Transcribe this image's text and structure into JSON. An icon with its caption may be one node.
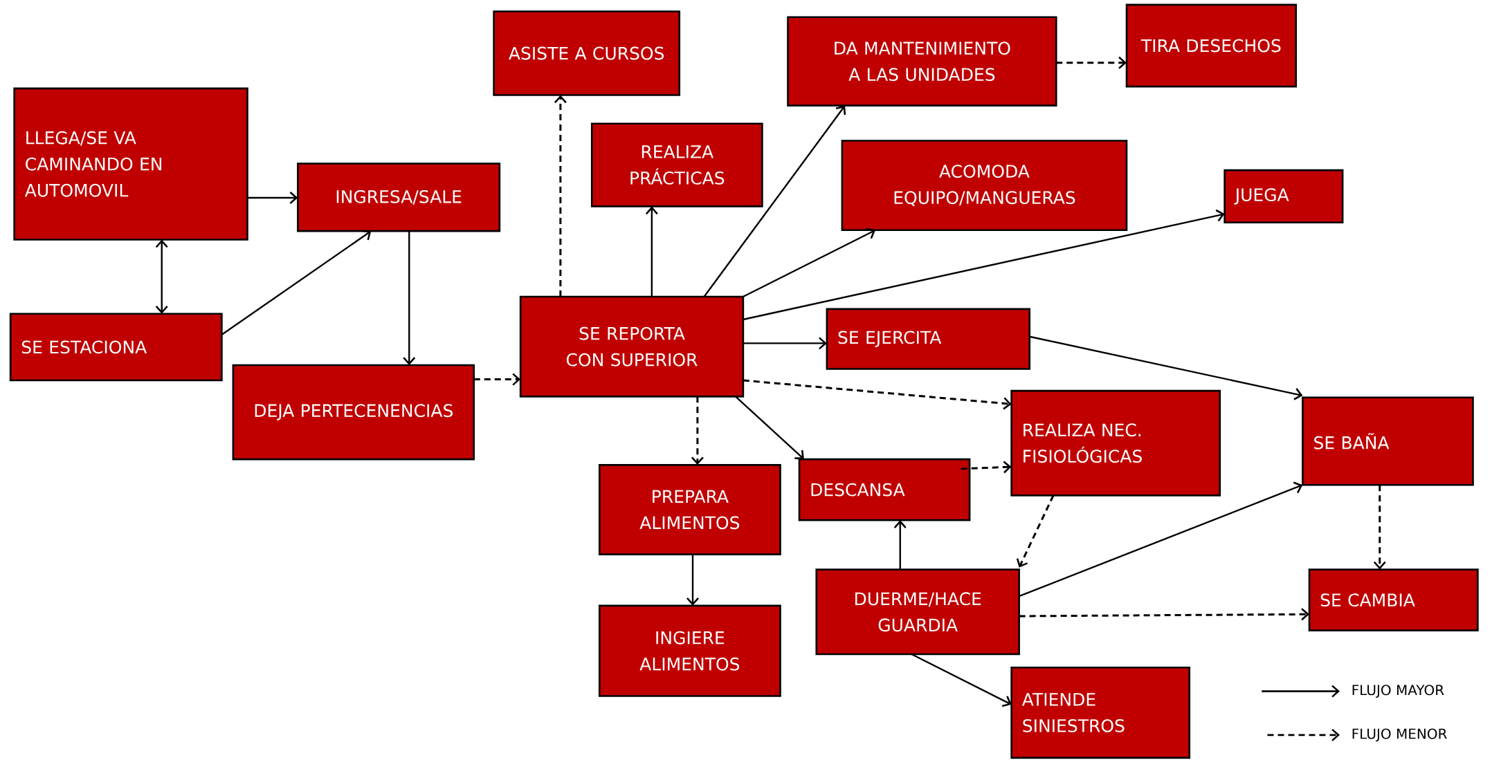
{
  "diagram": {
    "nodes": [
      {
        "text": [
          "LLEGA/SE VA CAMINANDO EN AUTOMOVIL"
        ]
      },
      {
        "text": [
          "INGRESA/SALE"
        ]
      },
      {
        "text": [
          "SE ESTACIONA"
        ]
      },
      {
        "text": [
          "DEJA PERTECENENCIAS"
        ]
      },
      {
        "text": [
          "ASISTE A CURSOS"
        ]
      },
      {
        "text": [
          "REALIZA PRÁCTICAS"
        ]
      },
      {
        "text": [
          "SE REPORTA CON SUPERIOR"
        ]
      },
      {
        "text": [
          "DA MANTENIMIENTO A LAS UNIDADES"
        ]
      },
      {
        "text": [
          "TIRA DESECHOS"
        ]
      },
      {
        "text": [
          "ACOMODA EQUIPO/MANGUERAS"
        ]
      },
      {
        "text": [
          "JUEGA"
        ]
      },
      {
        "text": [
          "SE EJERCITA"
        ]
      },
      {
        "text": [
          "REALIZA NEC. FISIOLÓGICAS"
        ]
      },
      {
        "text": [
          "SE BAÑA"
        ]
      },
      {
        "text": [
          "PREPARA ALIMENTOS"
        ]
      },
      {
        "text": [
          "DESCANSA"
        ]
      },
      {
        "text": [
          "INGIERE ALIMENTOS"
        ]
      },
      {
        "text": [
          "DUERME/HACE GUARDIA"
        ]
      },
      {
        "text": [
          "SE CAMBIA"
        ]
      },
      {
        "text": [
          "ATIENDE SINIESTROS"
        ]
      }
    ],
    "edges": [
      {
        "from": 0,
        "to": 1,
        "arrow": "to"
      },
      {
        "from": 0,
        "to": 2,
        "arrow": "both"
      },
      {
        "from": 2,
        "to": 1,
        "arrow": "to"
      },
      {
        "from": 1,
        "to": 3,
        "arrow": "to"
      },
      {
        "from": 3,
        "to": 6,
        "arrow": "to",
        "style": "dashed"
      },
      {
        "from": 6,
        "to": 4,
        "arrow": "to",
        "style": "dashed"
      },
      {
        "from": 6,
        "to": 5,
        "arrow": "to"
      },
      {
        "from": 6,
        "to": 7,
        "arrow": "to"
      },
      {
        "from": 6,
        "to": 9,
        "arrow": "to"
      },
      {
        "from": 6,
        "to": 10,
        "arrow": "to"
      },
      {
        "from": 6,
        "to": 11,
        "arrow": "to"
      },
      {
        "from": 6,
        "to": 12,
        "arrow": "to",
        "style": "dashed"
      },
      {
        "from": 6,
        "to": 14,
        "arrow": "to",
        "style": "dashed"
      },
      {
        "from": 6,
        "to": 15,
        "arrow": "to"
      },
      {
        "from": 7,
        "to": 8,
        "arrow": "to",
        "style": "dashed"
      },
      {
        "from": 11,
        "to": 13,
        "arrow": "to"
      },
      {
        "from": 14,
        "to": 16,
        "arrow": "to"
      },
      {
        "from": 15,
        "to": 12,
        "arrow": "to",
        "style": "dashed"
      },
      {
        "from": 12,
        "to": 17,
        "arrow": "to",
        "style": "dashed"
      },
      {
        "from": 17,
        "to": 15,
        "arrow": "to"
      },
      {
        "from": 17,
        "to": 13,
        "arrow": "to"
      },
      {
        "from": 13,
        "to": 18,
        "arrow": "to",
        "style": "dashed"
      },
      {
        "from": 17,
        "to": 18,
        "arrow": "to",
        "style": "dashed"
      },
      {
        "from": 17,
        "to": 19,
        "arrow": "to"
      }
    ],
    "legend": [
      {
        "text": "FLUJO MAYOR"
      },
      {
        "text": "FLUJO MENOR"
      }
    ]
  }
}
